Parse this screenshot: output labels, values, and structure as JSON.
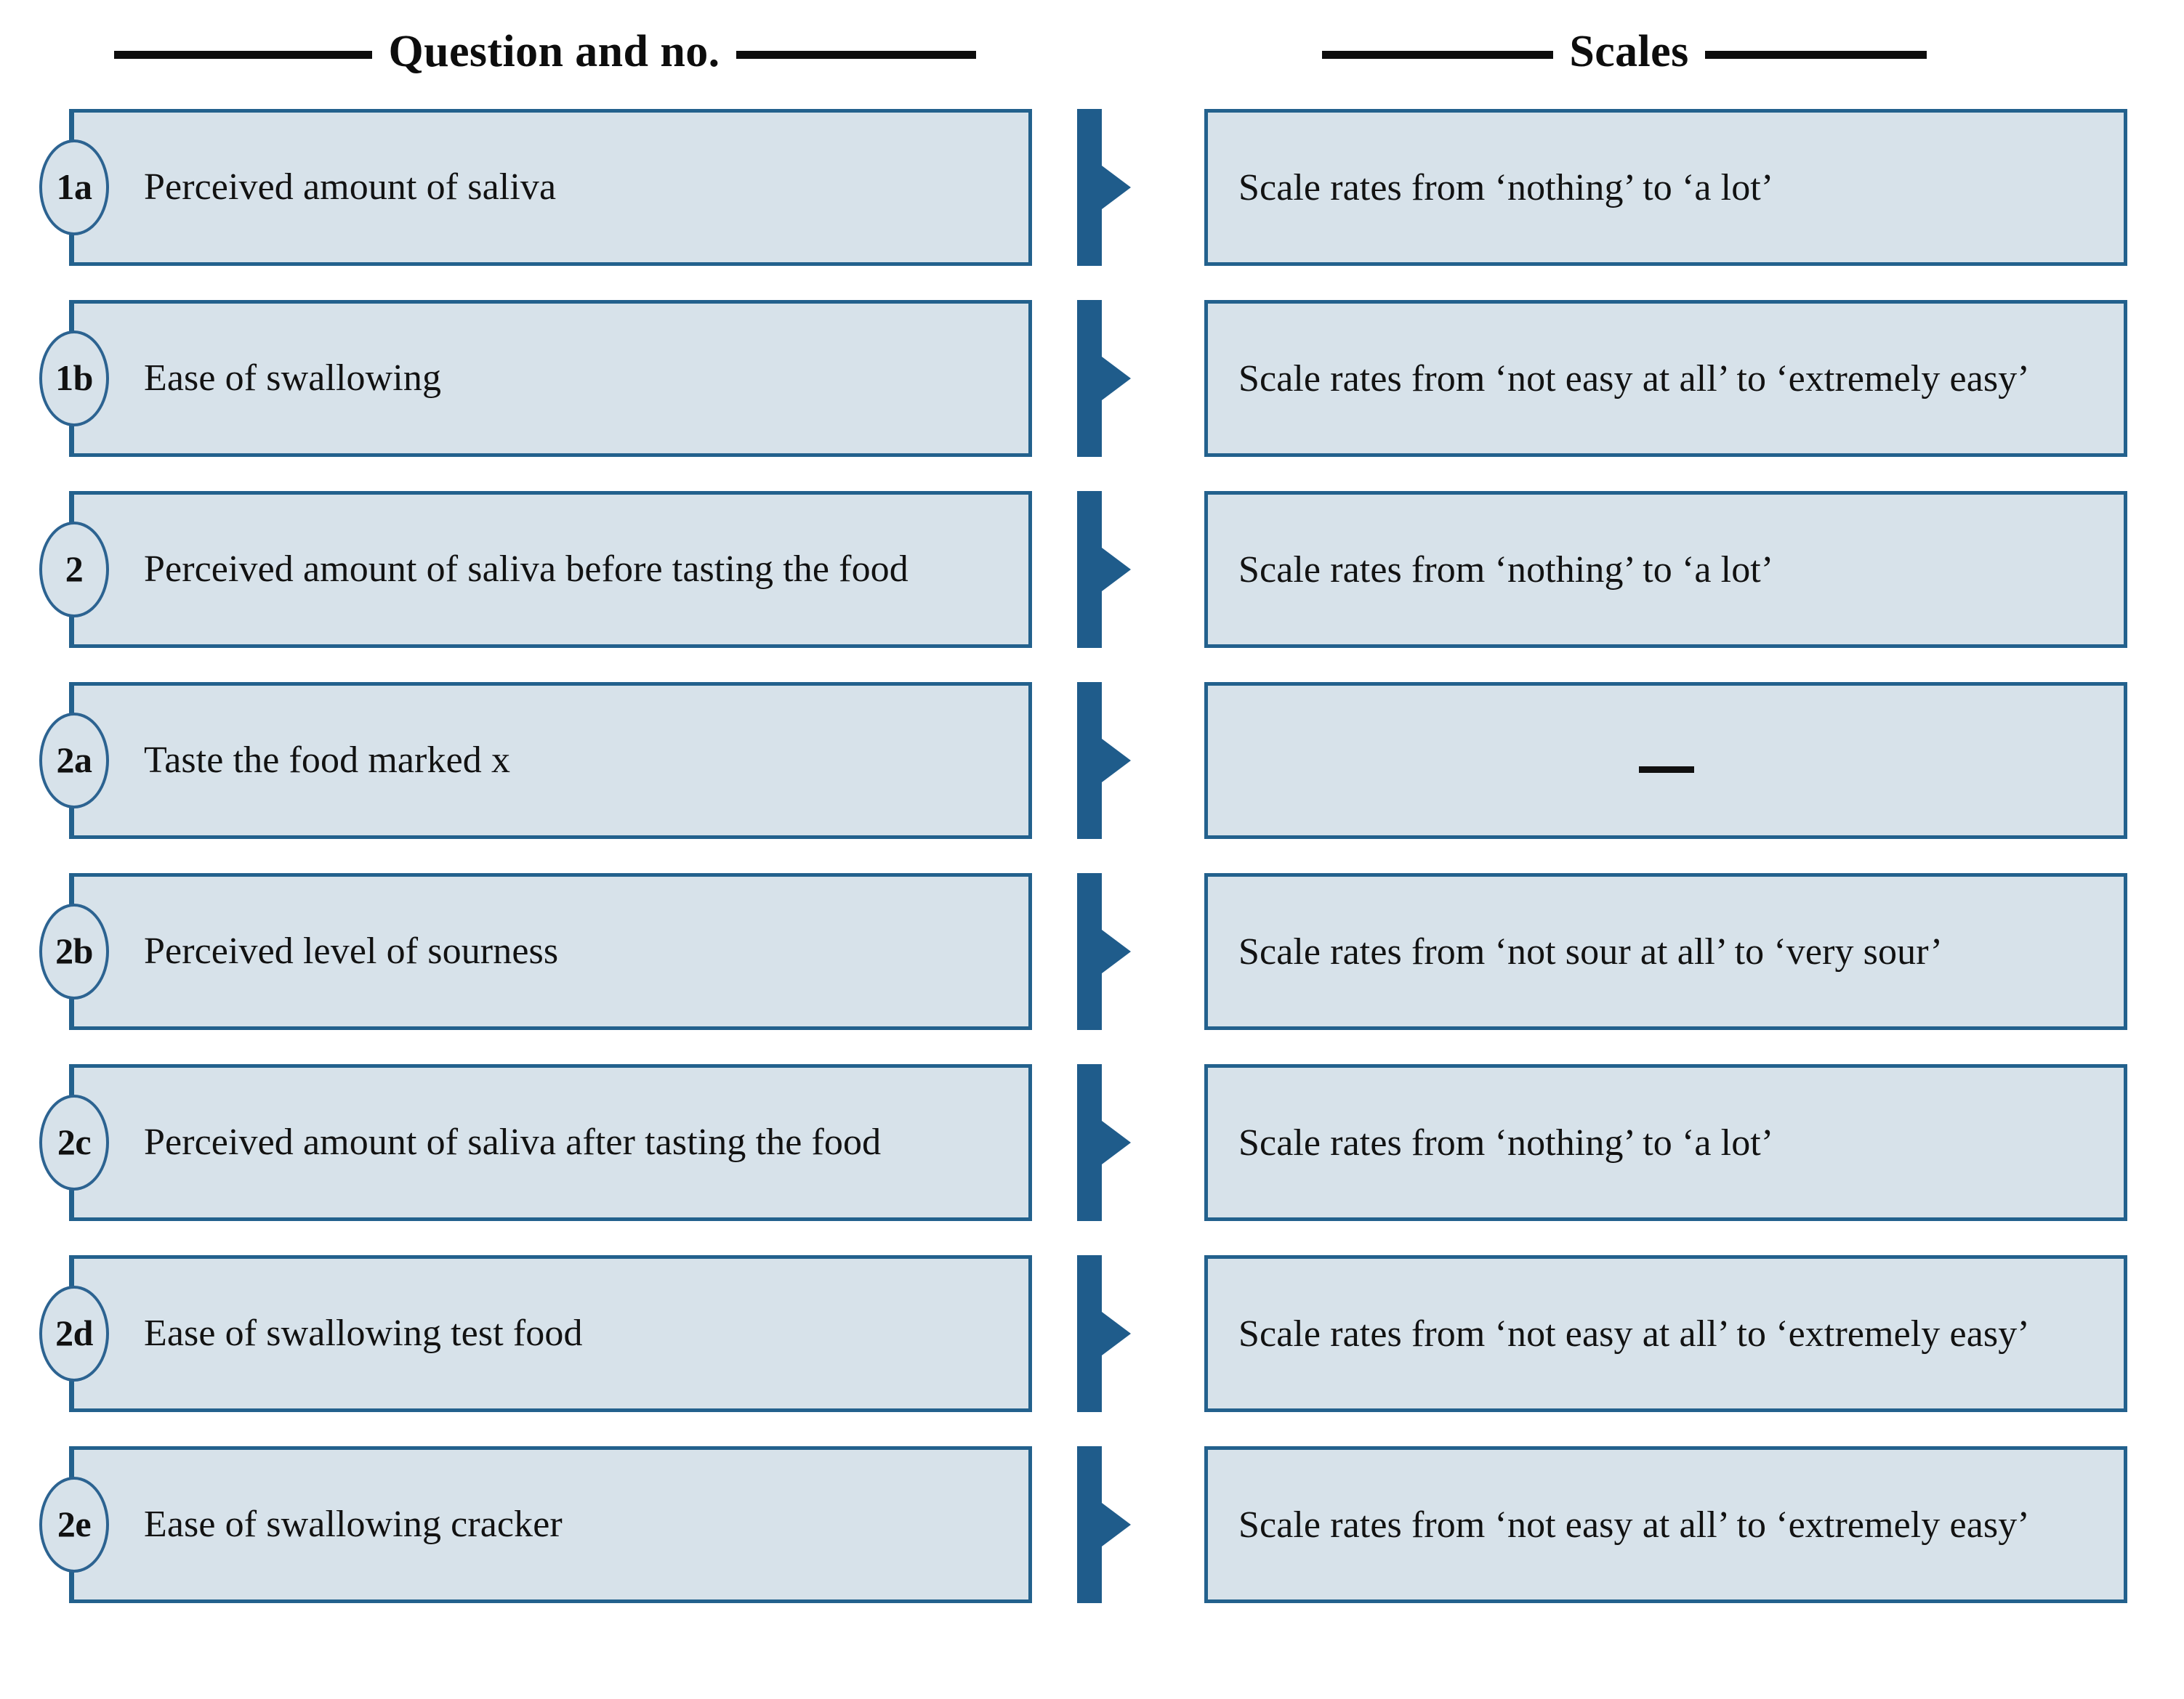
{
  "header": {
    "left_title": "Question and no.",
    "right_title": "Scales"
  },
  "colors": {
    "box_fill": "#d7e2ea",
    "box_border": "#23618d",
    "arrow": "#1f5c8b",
    "badge_border": "#2c6391",
    "text": "#121212",
    "rule": "#0d0d0d"
  },
  "rows": [
    {
      "no": "1a",
      "question": "Perceived amount of saliva",
      "scale": "Scale rates from ‘nothing’ to ‘a lot’",
      "scale_is_dash": false
    },
    {
      "no": "1b",
      "question": "Ease of swallowing",
      "scale": "Scale rates from ‘not easy at all’ to ‘extremely easy’",
      "scale_is_dash": false
    },
    {
      "no": "2",
      "question": "Perceived amount of saliva before tasting the food",
      "scale": "Scale rates from ‘nothing’ to ‘a lot’",
      "scale_is_dash": false
    },
    {
      "no": "2a",
      "question": "Taste the food marked x",
      "scale": "—",
      "scale_is_dash": true
    },
    {
      "no": "2b",
      "question": "Perceived level of sourness",
      "scale": "Scale rates from ‘not sour at all’ to ‘very sour’",
      "scale_is_dash": false
    },
    {
      "no": "2c",
      "question": "Perceived amount of saliva after tasting the food",
      "scale": "Scale rates from ‘nothing’ to ‘a lot’",
      "scale_is_dash": false
    },
    {
      "no": "2d",
      "question": "Ease of swallowing test food",
      "scale": "Scale rates from ‘not easy at all’ to ‘extremely easy’",
      "scale_is_dash": false
    },
    {
      "no": "2e",
      "question": "Ease of swallowing cracker",
      "scale": "Scale rates from ‘not easy at all’ to ‘extremely easy’",
      "scale_is_dash": false
    }
  ]
}
